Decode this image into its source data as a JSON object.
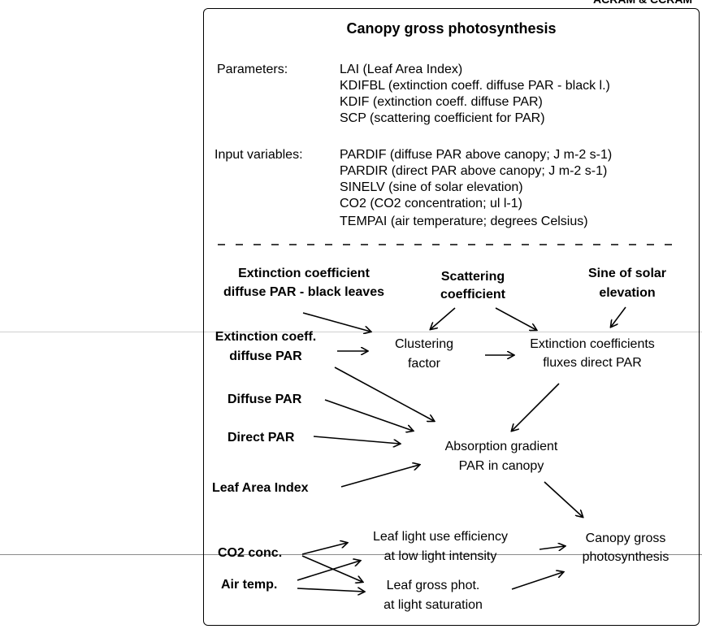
{
  "header": "ACRAM & CCRAM",
  "title": "Canopy gross photosynthesis",
  "parameters": {
    "label": "Parameters:",
    "items": [
      "LAI  (Leaf Area Index)",
      "KDIFBL (extinction coeff. diffuse PAR - black l.)",
      "KDIF  (extinction coeff. diffuse PAR)",
      "SCP  (scattering coefficient for PAR)"
    ]
  },
  "input_variables": {
    "label": "Input variables:",
    "items": [
      "PARDIF  (diffuse PAR above canopy; J m-2 s-1)",
      "PARDIR  (direct PAR above canopy; J m-2 s-1)",
      "SINELV  (sine of solar elevation)",
      "CO2  (CO2 concentration; ul l-1)",
      "TEMPAI  (air temperature; degrees Celsius)"
    ]
  },
  "nodes": {
    "ext_black": [
      "Extinction coefficient",
      "diffuse PAR - black leaves"
    ],
    "scattering": [
      "Scattering",
      "coefficient"
    ],
    "sine": [
      "Sine of solar",
      "elevation"
    ],
    "ext_diffuse": [
      "Extinction coeff.",
      "diffuse PAR"
    ],
    "clustering": [
      "Clustering",
      "factor"
    ],
    "ext_direct": [
      "Extinction coefficients",
      "fluxes direct PAR"
    ],
    "diffuse_par": "Diffuse PAR",
    "direct_par": "Direct PAR",
    "absorption": [
      "Absorption gradient",
      "PAR in canopy"
    ],
    "lai": "Leaf Area Index",
    "co2": "CO2 conc.",
    "air_temp": "Air temp.",
    "luse": [
      "Leaf light use efficiency",
      "at low light intensity"
    ],
    "gross_phot": [
      "Leaf gross phot.",
      "at light saturation"
    ],
    "canopy": [
      "Canopy gross",
      "photosynthesis"
    ]
  }
}
